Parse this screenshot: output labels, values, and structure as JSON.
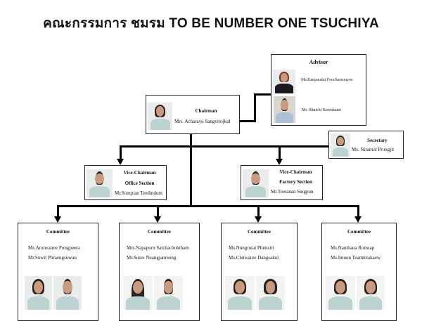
{
  "title": "คณะกรรมการ ชมรม TO BE NUMBER ONE TSUCHIYA",
  "advisor": {
    "role": "Advisor",
    "members": [
      "Ms.Kanjanalai  Foochareonyos",
      "Mr. Shuichi Kawakami"
    ]
  },
  "chairman": {
    "role": "Chairman",
    "name": "Mrs. Acharayu Sangvirojkul"
  },
  "secretary": {
    "role": "Secretary",
    "name": "Ms. Niramol Prongjit"
  },
  "vice_office": {
    "role": "Vice-Chairman",
    "section": "Office Section",
    "name": "Mr.Sompian Teedindum"
  },
  "vice_factory": {
    "role": "Vice-Chairman",
    "section": "Factory Section",
    "name": "Mr.Teeranan Singpun"
  },
  "committees": [
    {
      "role": "Committee",
      "members": [
        "Ms.Arunvatree Pongpeera",
        "Mr.Suwit Phraengsuwan"
      ]
    },
    {
      "role": "Committee",
      "members": [
        "Mrs.Napaporn Satchachoktham",
        "Mr.Sutee Nuangjamnong"
      ]
    },
    {
      "role": "Committee",
      "members": [
        "Ms.Nungrutai Phimsiri",
        "Ms.Chitwaree Dangsakul"
      ]
    },
    {
      "role": "Committee",
      "members": [
        "Ms.Nanthana Romsap",
        "Ms.Intuon Teamtetakaew"
      ]
    }
  ]
}
